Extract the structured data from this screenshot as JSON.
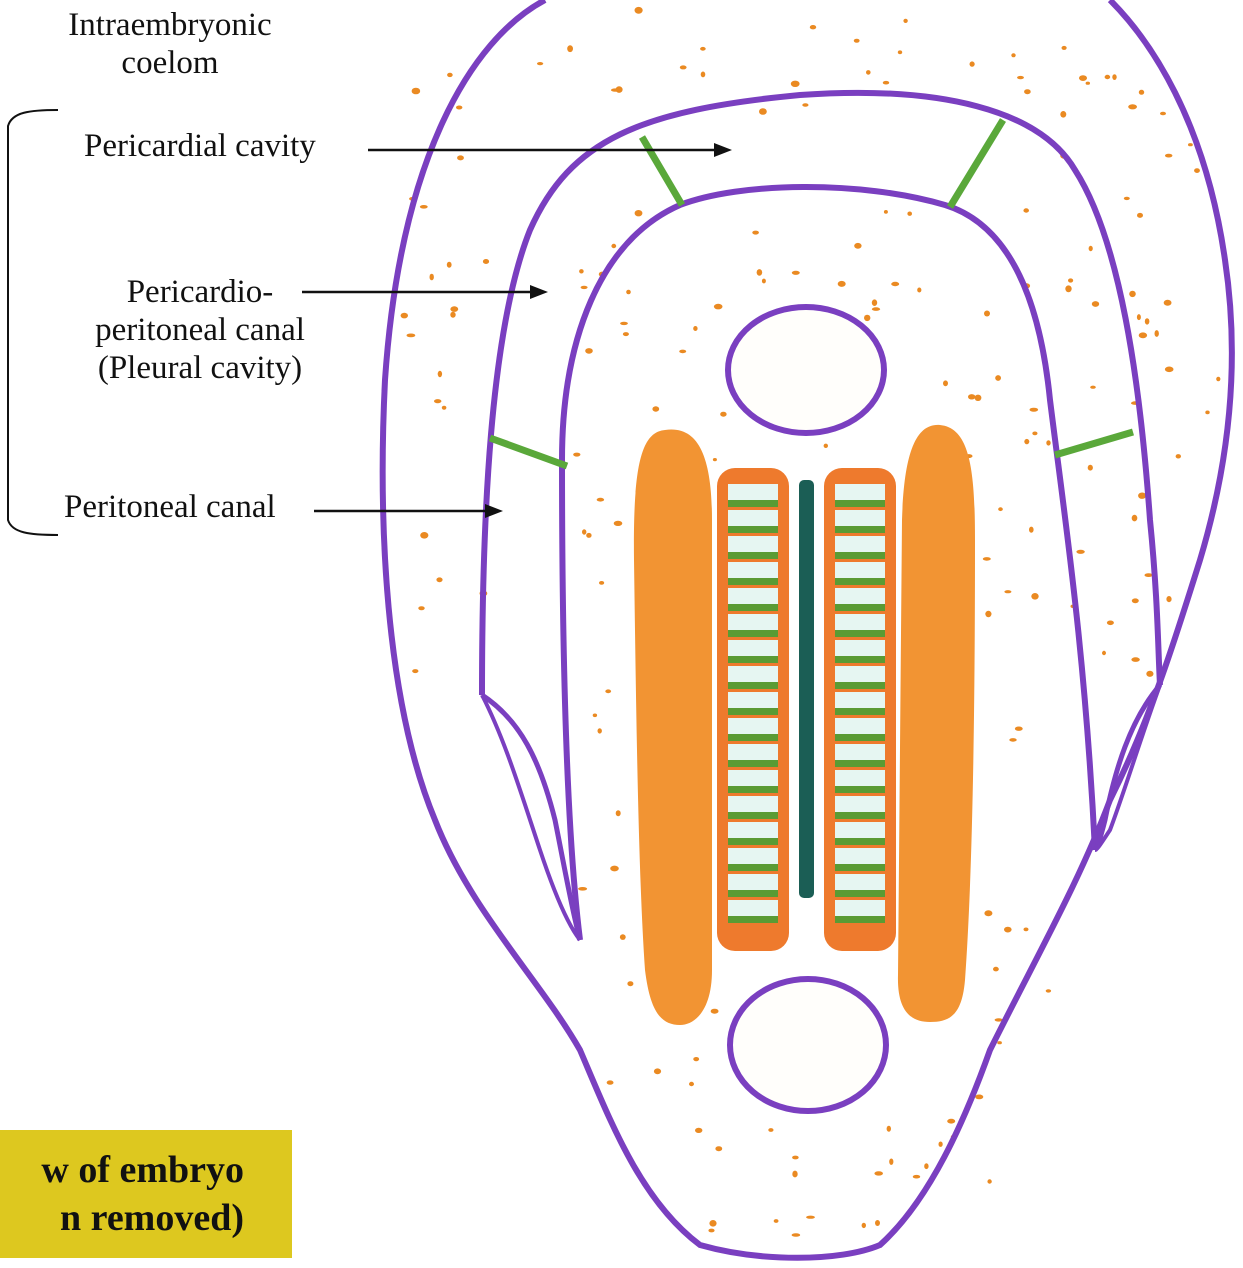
{
  "labels": {
    "coelom_line1": "Intraembryonic",
    "coelom_line2": "coelom",
    "pericardial": "Pericardial cavity",
    "pp_line1": "Pericardio-",
    "pp_line2": "peritoneal canal",
    "pp_line3": "(Pleural cavity)",
    "peritoneal": "Peritoneal canal"
  },
  "title": {
    "line1": "w of embryo",
    "line2": "n removed)"
  },
  "colors": {
    "membrane": "#7a3fc0",
    "septum": "#5aa83a",
    "somite_block": "#f29433",
    "neural_tube_frame": "#ee7a2d",
    "notochord": "#1b5e55",
    "dots": "#ea8a22",
    "title_bg": "#ddc81f"
  }
}
